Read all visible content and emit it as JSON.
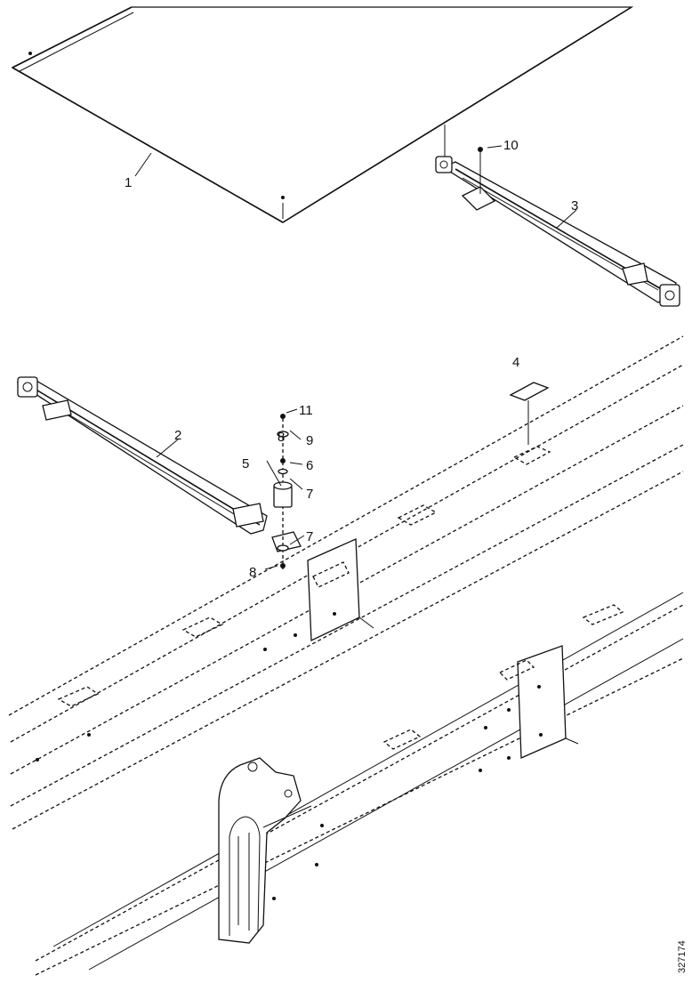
{
  "diagram": {
    "callouts": [
      {
        "id": "c1",
        "label": "1"
      },
      {
        "id": "c2",
        "label": "2"
      },
      {
        "id": "c3",
        "label": "3"
      },
      {
        "id": "c4",
        "label": "4"
      },
      {
        "id": "c5",
        "label": "5"
      },
      {
        "id": "c6",
        "label": "6"
      },
      {
        "id": "c7a",
        "label": "7"
      },
      {
        "id": "c7b",
        "label": "7"
      },
      {
        "id": "c8a",
        "label": "8"
      },
      {
        "id": "c8b",
        "label": "8"
      },
      {
        "id": "c9",
        "label": "9"
      },
      {
        "id": "c10",
        "label": "10"
      },
      {
        "id": "c11",
        "label": "11"
      }
    ],
    "figure_ref": "327174"
  }
}
